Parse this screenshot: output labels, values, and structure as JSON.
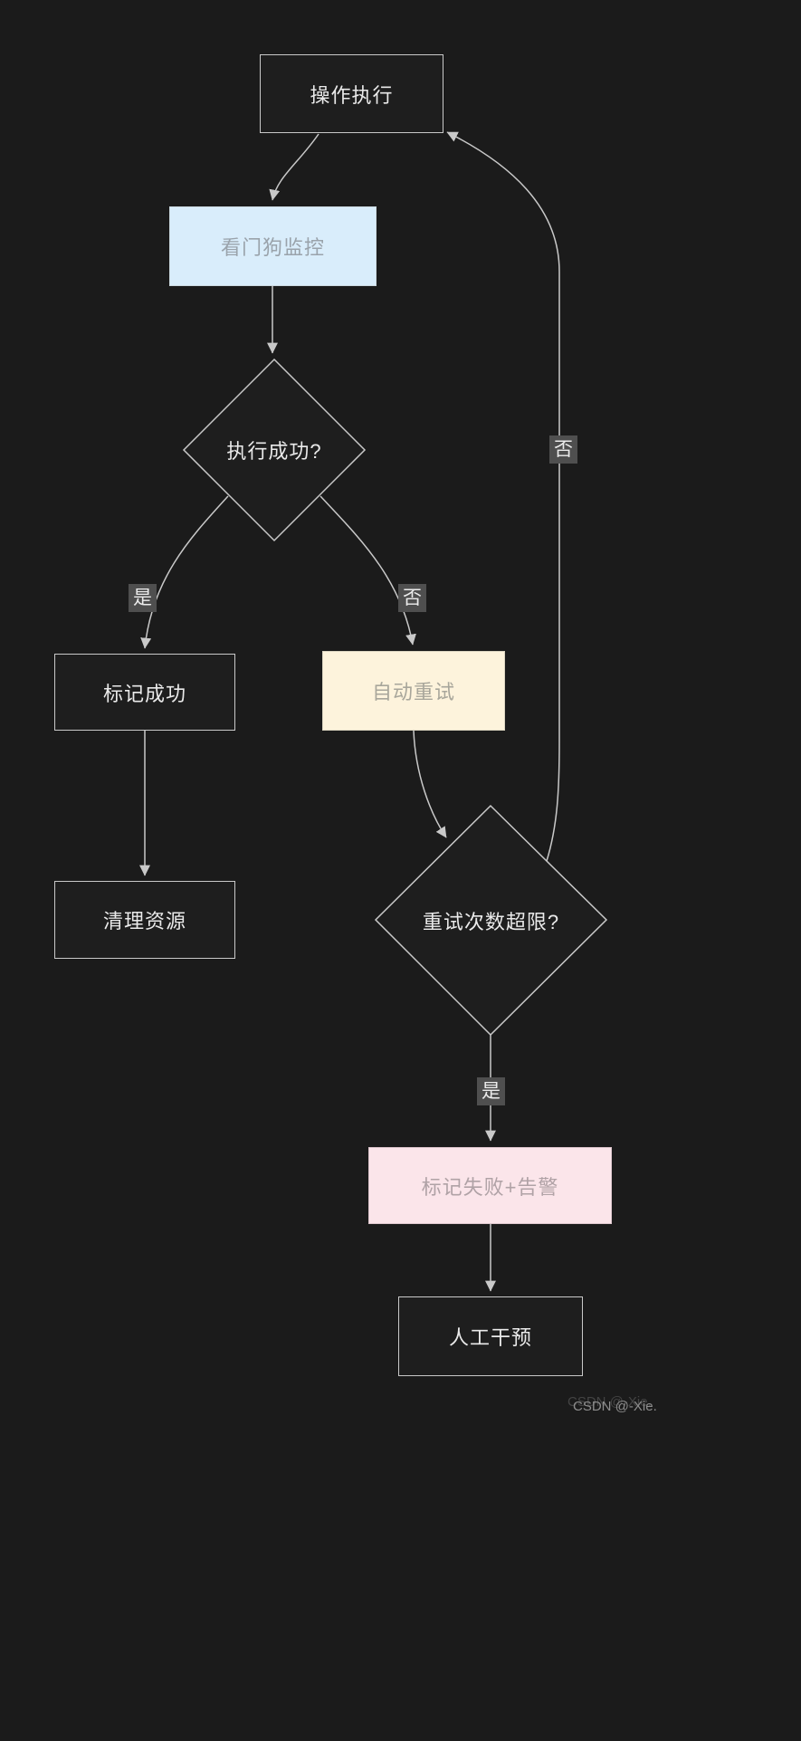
{
  "diagram": {
    "type": "flowchart",
    "theme": "dark",
    "watermark": "CSDN @-Xie.",
    "colors": {
      "background": "#1b1b1b",
      "node_fill_dark": "#1e1e1e",
      "node_border": "#c9c9c9",
      "node_text_dark": "#eaeaea",
      "node_fill_blue": "#d9edfb",
      "node_fill_yellow": "#fdf3dc",
      "node_fill_pink": "#fbe5ea",
      "muted_node_text": "#9aa3ab",
      "edge_line": "#c9c9c9",
      "edge_label_bg": "#4f4f4f"
    },
    "nodes": [
      {
        "id": "exec",
        "label": "操作执行",
        "shape": "rect",
        "variant": "dark"
      },
      {
        "id": "watchdog",
        "label": "看门狗监控",
        "shape": "rect",
        "variant": "blue"
      },
      {
        "id": "success_check",
        "label": "执行成功?",
        "shape": "diamond",
        "variant": "dark"
      },
      {
        "id": "mark_success",
        "label": "标记成功",
        "shape": "rect",
        "variant": "dark"
      },
      {
        "id": "auto_retry",
        "label": "自动重试",
        "shape": "rect",
        "variant": "yellow"
      },
      {
        "id": "cleanup",
        "label": "清理资源",
        "shape": "rect",
        "variant": "dark"
      },
      {
        "id": "retry_limit_check",
        "label": "重试次数超限?",
        "shape": "diamond",
        "variant": "dark"
      },
      {
        "id": "mark_fail_alert",
        "label": "标记失败+告警",
        "shape": "rect",
        "variant": "pink"
      },
      {
        "id": "manual",
        "label": "人工干预",
        "shape": "rect",
        "variant": "dark"
      }
    ],
    "edges": [
      {
        "from": "exec",
        "to": "watchdog",
        "label": ""
      },
      {
        "from": "watchdog",
        "to": "success_check",
        "label": ""
      },
      {
        "from": "success_check",
        "to": "mark_success",
        "label": "是"
      },
      {
        "from": "success_check",
        "to": "auto_retry",
        "label": "否"
      },
      {
        "from": "mark_success",
        "to": "cleanup",
        "label": ""
      },
      {
        "from": "auto_retry",
        "to": "retry_limit_check",
        "label": ""
      },
      {
        "from": "retry_limit_check",
        "to": "mark_fail_alert",
        "label": "是"
      },
      {
        "from": "mark_fail_alert",
        "to": "manual",
        "label": ""
      },
      {
        "from": "retry_limit_check",
        "to": "exec",
        "label": "否"
      }
    ]
  }
}
